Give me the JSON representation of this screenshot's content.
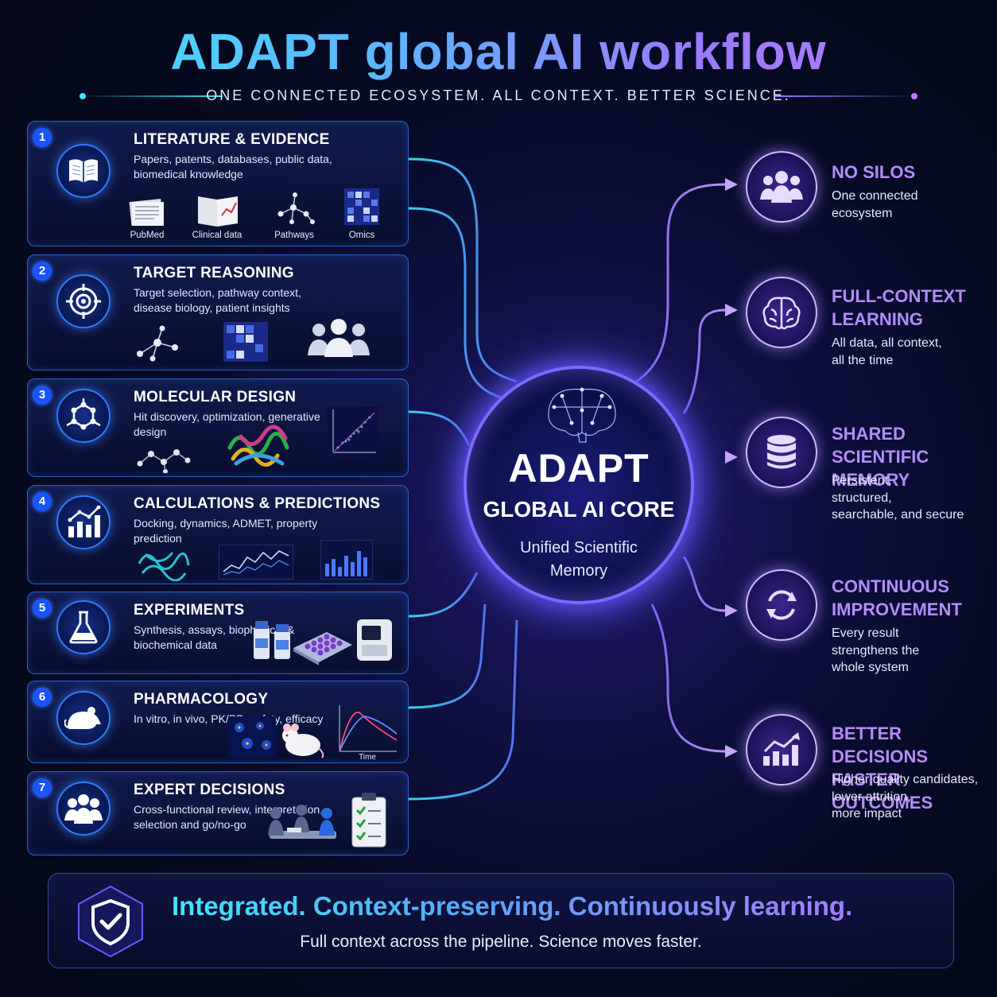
{
  "title": "ADAPT global AI workflow",
  "subtitle": "ONE CONNECTED ECOSYSTEM. ALL CONTEXT. BETTER SCIENCE.",
  "stages": [
    {
      "num": "1",
      "title": "LITERATURE & EVIDENCE",
      "desc": "Papers, patents, databases, public data, biomedical knowledge",
      "thumbs": [
        "PubMed",
        "Clinical data",
        "Pathways",
        "Omics"
      ]
    },
    {
      "num": "2",
      "title": "TARGET REASONING",
      "desc": "Target selection, pathway context, disease biology, patient insights"
    },
    {
      "num": "3",
      "title": "MOLECULAR DESIGN",
      "desc": "Hit discovery, optimization, generative design"
    },
    {
      "num": "4",
      "title": "CALCULATIONS & PREDICTIONS",
      "desc": "Docking, dynamics, ADMET, property prediction"
    },
    {
      "num": "5",
      "title": "EXPERIMENTS",
      "desc": "Synthesis, assays, biophysical & biochemical data"
    },
    {
      "num": "6",
      "title": "PHARMACOLOGY",
      "desc": "In vitro, in vivo, PK/PD, safety, efficacy",
      "chart_label": "Time"
    },
    {
      "num": "7",
      "title": "EXPERT DECISIONS",
      "desc": "Cross-functional review, interpretation, selection and go/no-go"
    }
  ],
  "core": {
    "title": "ADAPT",
    "subtitle": "GLOBAL AI CORE",
    "desc": "Unified Scientific Memory"
  },
  "benefits": [
    {
      "title": [
        "NO SILOS"
      ],
      "desc": [
        "One connected",
        "ecosystem"
      ]
    },
    {
      "title": [
        "FULL-CONTEXT",
        "LEARNING"
      ],
      "desc": [
        "All data, all context,",
        "all the time"
      ]
    },
    {
      "title": [
        "SHARED SCIENTIFIC",
        "MEMORY"
      ],
      "desc": [
        "Persistent,",
        "structured,",
        "searchable, and secure"
      ]
    },
    {
      "title": [
        "CONTINUOUS",
        "IMPROVEMENT"
      ],
      "desc": [
        "Every result",
        "strengthens the",
        "whole system"
      ]
    },
    {
      "title": [
        "BETTER DECISIONS",
        "FASTER OUTCOMES"
      ],
      "desc": [
        "Higher quality candidates,",
        "lower attrition,",
        "more impact"
      ]
    }
  ],
  "banner": {
    "headline": "Integrated. Context-preserving. Continuously learning.",
    "tagline": "Full context across the pipeline. Science moves faster."
  },
  "colors": {
    "accent_cyan": "#3ee8ff",
    "accent_blue": "#2f7bff",
    "accent_purple": "#b48cff",
    "background": "#050a1f"
  },
  "icons": {
    "stages": [
      "book-icon",
      "target-icon",
      "molecule-icon",
      "bar-chart-icon",
      "flask-icon",
      "mouse-icon",
      "people-icon"
    ],
    "benefits": [
      "people-icon",
      "brain-icon",
      "database-icon",
      "cycle-icon",
      "growth-chart-icon"
    ],
    "banner": "shield-check-icon"
  }
}
